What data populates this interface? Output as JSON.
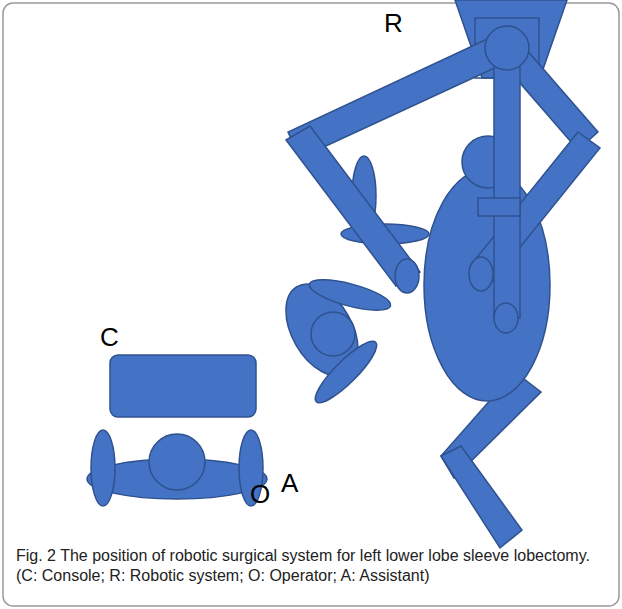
{
  "diagram": {
    "caption": "Fig. 2 The position of robotic surgical system for left lower lobe sleeve lobectomy. (C: Console; R: Robotic system; O: Operator; A: Assistant)",
    "labels": [
      "R",
      "C",
      "A",
      "O"
    ]
  }
}
